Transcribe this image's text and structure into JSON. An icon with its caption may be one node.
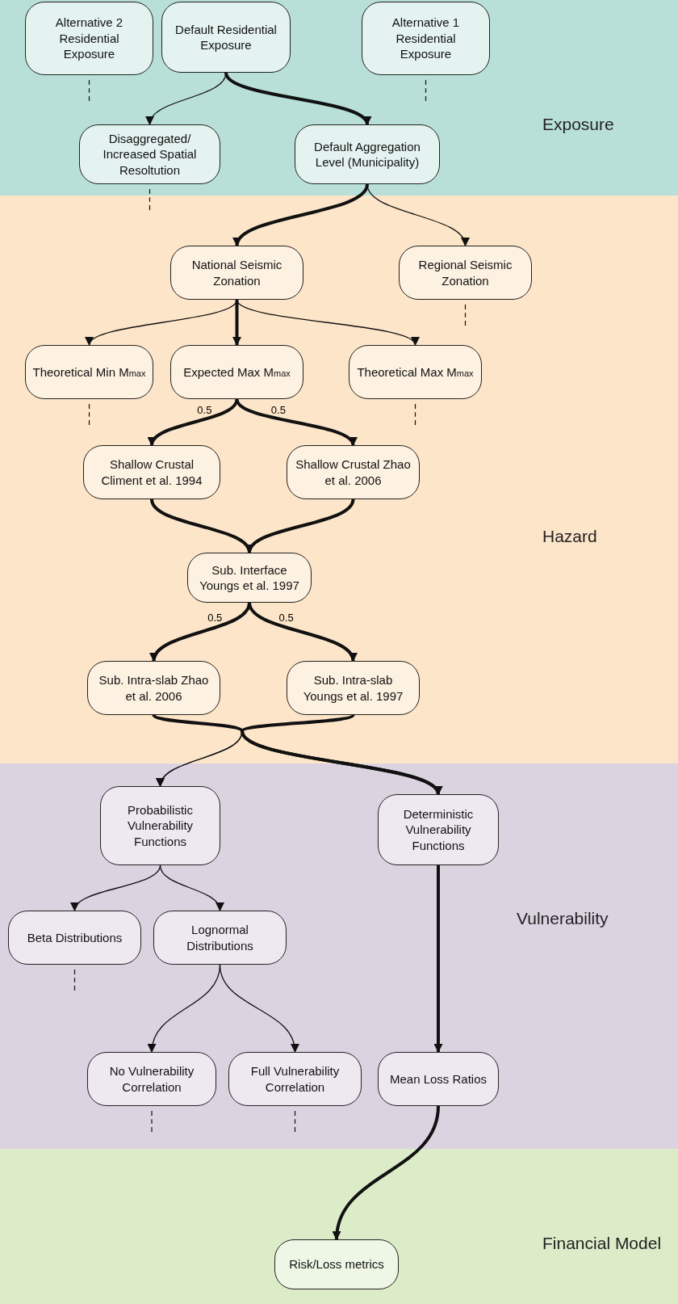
{
  "diagram": {
    "nodes": [
      {
        "text": [
          "Exposure"
        ]
      },
      {
        "text": [
          "Alternative 2 Residential Exposure"
        ],
        "in": 0
      },
      {
        "text": [
          "Default Residential Exposure"
        ],
        "in": 0
      },
      {
        "text": [
          "Alternative 1 Residential Exposure"
        ],
        "in": 0
      },
      {
        "text": [
          "Disaggregated/ Increased Spatial Resoltution"
        ],
        "in": 0
      },
      {
        "text": [
          "Default Aggregation Level (Municipality)"
        ],
        "in": 0
      },
      {
        "text": [
          "Hazard"
        ]
      },
      {
        "text": [
          "National Seismic Zonation"
        ],
        "in": 6
      },
      {
        "text": [
          "Regional Seismic Zonation"
        ],
        "in": 6
      },
      {
        "text": [
          "Theoretical Min M$_{max}$"
        ],
        "in": 6
      },
      {
        "text": [
          "Expected Max M$_{max}$"
        ],
        "in": 6
      },
      {
        "text": [
          "Theoretical Max M$_{max}$"
        ],
        "in": 6
      },
      {
        "text": [
          "Shallow Crustal Climent et al. 1994"
        ],
        "in": 6
      },
      {
        "text": [
          "Shallow Crustal Zhao et al. 2006"
        ],
        "in": 6
      },
      {
        "text": [
          "Sub. Interface Youngs et al. 1997"
        ],
        "in": 6
      },
      {
        "text": [
          "Sub. Intra-slab Zhao et al. 2006"
        ],
        "in": 6
      },
      {
        "text": [
          "Sub. Intra-slab Youngs et al. 1997"
        ],
        "in": 6
      },
      {
        "text": [
          "Vulnerability"
        ]
      },
      {
        "text": [
          "Probabilistic Vulnerability Functions"
        ],
        "in": 17
      },
      {
        "text": [
          "Deterministic Vulnerability Functions"
        ],
        "in": 17
      },
      {
        "text": [
          "Beta Distributions"
        ],
        "in": 17
      },
      {
        "text": [
          "Lognormal Distributions"
        ],
        "in": 17
      },
      {
        "text": [
          "No Vulnerability Correlation"
        ],
        "in": 17
      },
      {
        "text": [
          "Full Vulnerability Correlation"
        ],
        "in": 17
      },
      {
        "text": [
          "Mean Loss Ratios"
        ],
        "in": 17
      },
      {
        "text": [
          "Financial Model"
        ]
      },
      {
        "text": [
          "Risk/Loss metrics"
        ],
        "in": 25
      }
    ],
    "edges": [
      {
        "from": 2,
        "to": 4,
        "arrow": "to"
      },
      {
        "from": 2,
        "to": 5,
        "arrow": "to",
        "style": "thick"
      },
      {
        "from": 5,
        "to": 7,
        "arrow": "to",
        "style": "thick"
      },
      {
        "from": 5,
        "to": 8,
        "arrow": "to"
      },
      {
        "from": 7,
        "to": 9,
        "arrow": "to"
      },
      {
        "from": 7,
        "to": 10,
        "arrow": "to",
        "style": "thick"
      },
      {
        "from": 7,
        "to": 11,
        "arrow": "to"
      },
      {
        "from": 10,
        "to": 12,
        "arrow": "to",
        "style": "thick",
        "label": "0.5"
      },
      {
        "from": 10,
        "to": 13,
        "arrow": "to",
        "style": "thick",
        "label": "0.5"
      },
      {
        "from": 12,
        "to": 14,
        "arrow": "to",
        "style": "thick"
      },
      {
        "from": 13,
        "to": 14,
        "arrow": "to",
        "style": "thick"
      },
      {
        "from": 14,
        "to": 15,
        "arrow": "to",
        "style": "thick",
        "label": "0.5"
      },
      {
        "from": 14,
        "to": 16,
        "arrow": "to",
        "style": "thick",
        "label": "0.5"
      },
      {
        "from": 15,
        "to": 18,
        "arrow": "to"
      },
      {
        "from": 16,
        "to": 18,
        "arrow": "to"
      },
      {
        "from": 15,
        "to": 19,
        "arrow": "to",
        "style": "thick"
      },
      {
        "from": 16,
        "to": 19,
        "arrow": "to",
        "style": "thick"
      },
      {
        "from": 18,
        "to": 20,
        "arrow": "to"
      },
      {
        "from": 18,
        "to": 21,
        "arrow": "to"
      },
      {
        "from": 21,
        "to": 22,
        "arrow": "to"
      },
      {
        "from": 21,
        "to": 23,
        "arrow": "to"
      },
      {
        "from": 19,
        "to": 24,
        "arrow": "to",
        "style": "thick"
      },
      {
        "from": 24,
        "to": 26,
        "arrow": "to",
        "style": "thick"
      },
      {
        "from": 1,
        "to": null,
        "arrow": "none",
        "style": "dashed"
      },
      {
        "from": 3,
        "to": null,
        "arrow": "none",
        "style": "dashed"
      },
      {
        "from": 4,
        "to": null,
        "arrow": "none",
        "style": "dashed"
      },
      {
        "from": 8,
        "to": null,
        "arrow": "none",
        "style": "dashed"
      },
      {
        "from": 9,
        "to": null,
        "arrow": "none",
        "style": "dashed"
      },
      {
        "from": 11,
        "to": null,
        "arrow": "none",
        "style": "dashed"
      },
      {
        "from": 20,
        "to": null,
        "arrow": "none",
        "style": "dashed"
      },
      {
        "from": 22,
        "to": null,
        "arrow": "none",
        "style": "dashed"
      },
      {
        "from": 23,
        "to": null,
        "arrow": "none",
        "style": "dashed"
      }
    ]
  }
}
